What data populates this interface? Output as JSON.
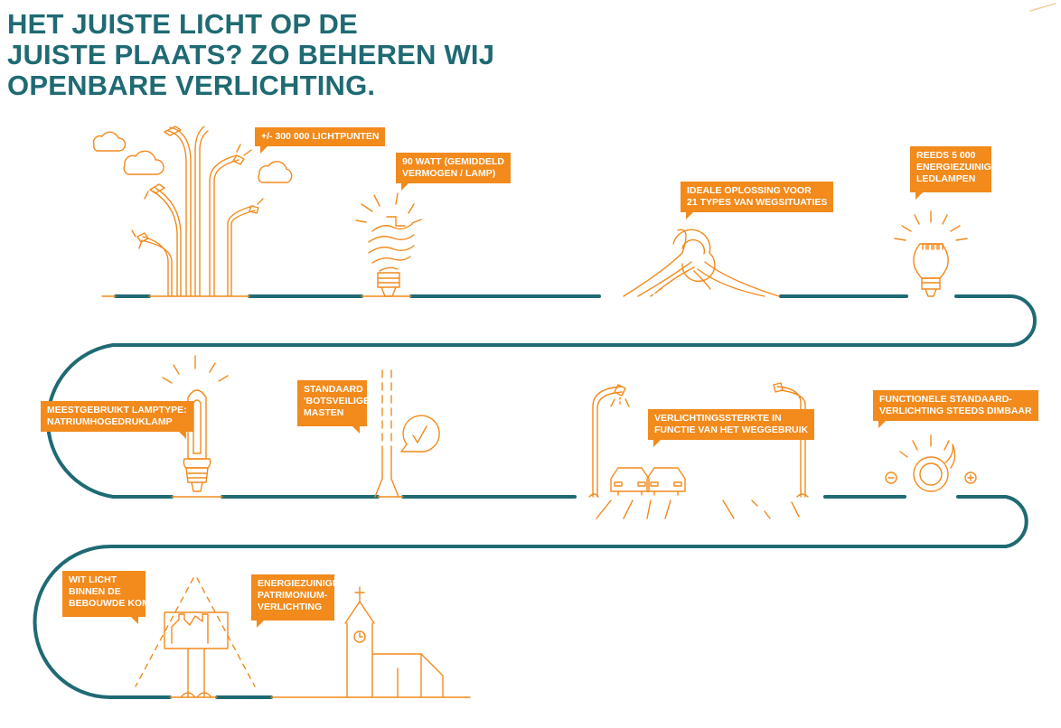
{
  "title": {
    "lines": [
      "HET JUISTE LICHT OP DE",
      "JUISTE PLAATS? ZO BEHEREN WIJ",
      "OPENBARE VERLICHTING."
    ]
  },
  "callouts": {
    "lichtpunten": [
      "+/- 300 000 LICHTPUNTEN"
    ],
    "watt": [
      "90 WATT (GEMIDDELD",
      "VERMOGEN / LAMP)"
    ],
    "oplossing": [
      "IDEALE OPLOSSING VOOR",
      "21 TYPES VAN WEGSITUATIES"
    ],
    "ledlampen": [
      "REEDS 5 000",
      "ENERGIEZUINIGE",
      "LEDLAMPEN"
    ],
    "lamptype": [
      "MEESTGEBRUIKT LAMPTYPE:",
      "NATRIUMHOGEDRUKLAMP"
    ],
    "masten": [
      "STANDAARD",
      "'BOTSVEILIGE'",
      "MASTEN"
    ],
    "sterkte": [
      "VERLICHTINGSSTERKTE IN",
      "FUNCTIE VAN HET WEGGEBRUIK"
    ],
    "dimbaar": [
      "FUNCTIONELE STANDAARD-",
      "VERLICHTING STEEDS DIMBAAR"
    ],
    "witlicht": [
      "WIT LICHT",
      "BINNEN DE",
      "BEBOUWDE KOM"
    ],
    "patrimonium": [
      "ENERGIEZUINIGE",
      "PATRIMONIUM-",
      "VERLICHTING"
    ]
  },
  "colors": {
    "teal": "#1f6a73",
    "orange": "#f28a1c",
    "background": "#ffffff"
  },
  "icons": [
    "cloud-icon",
    "street-lamps-icon",
    "cfl-bulb-icon",
    "road-knot-icon",
    "led-bulb-icon",
    "sodium-lamp-icon",
    "pole-icon",
    "check-bubble-icon",
    "road-cars-icon",
    "dimmer-icon",
    "sign-icon",
    "church-icon"
  ]
}
